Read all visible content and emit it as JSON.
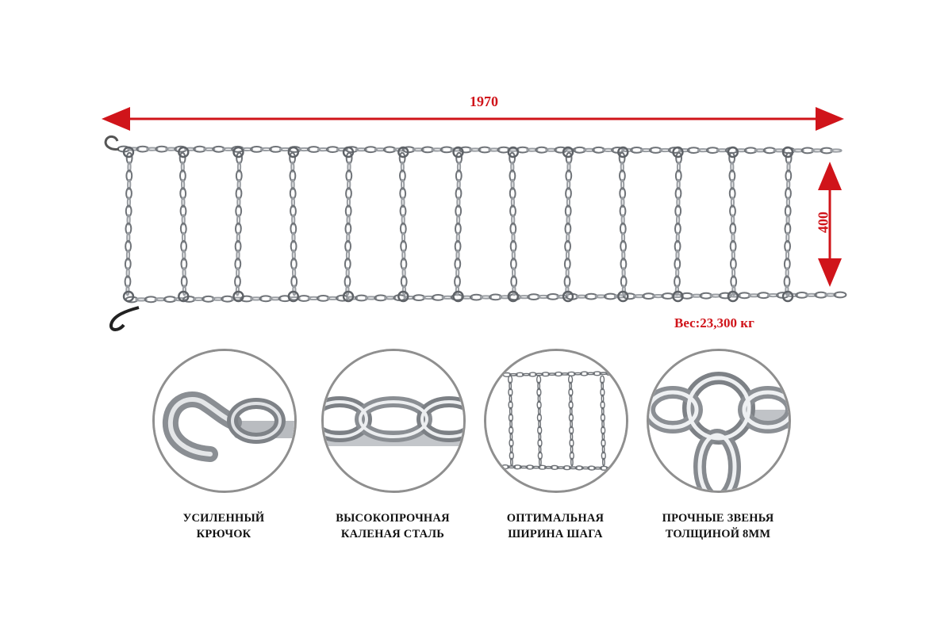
{
  "dimensions": {
    "length_label": "1970",
    "width_label": "400",
    "arrow_color": "#d0141a"
  },
  "weight_label": "Вес:23,300 кг",
  "product": {
    "rungs": 13
  },
  "features": [
    {
      "icon": "hook-closeup-icon",
      "line1": "УСИЛЕННЫЙ",
      "line2": "КРЮЧОК"
    },
    {
      "icon": "steel-chain-closeup-icon",
      "line1": "ВЫСОКОПРОЧНАЯ",
      "line2": "КАЛЕНАЯ СТАЛЬ"
    },
    {
      "icon": "ladder-pitch-closeup-icon",
      "line1": "ОПТИМАЛЬНАЯ",
      "line2": "ШИРИНА ШАГА"
    },
    {
      "icon": "ring-links-closeup-icon",
      "line1": "ПРОЧНЫЕ ЗВЕНЬЯ",
      "line2": "ТОЛЩИНОЙ 8ММ"
    }
  ]
}
